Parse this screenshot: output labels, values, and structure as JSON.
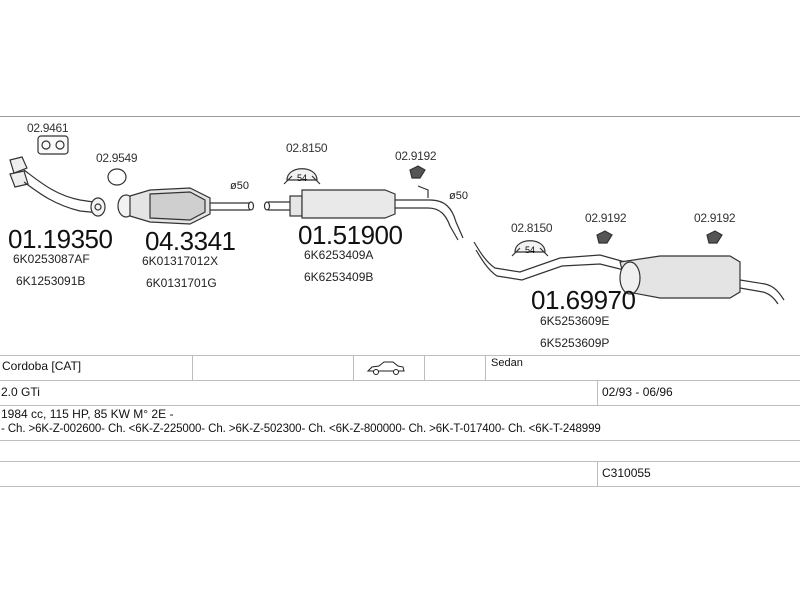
{
  "diagram": {
    "parts": [
      {
        "number": "01.19350",
        "codes": [
          "6K0253087AF",
          "6K1253091B"
        ],
        "fittings": [
          "02.9461"
        ]
      },
      {
        "number": "04.3341",
        "codes": [
          "6K01317012X",
          "6K0131701G"
        ],
        "fittings": [
          "02.9549"
        ],
        "diameter": "ø50"
      },
      {
        "number": "01.51900",
        "codes": [
          "6K6253409A",
          "6K6253409B"
        ],
        "fittings": [
          "02.8150",
          "02.9192"
        ],
        "diameter": "ø50"
      },
      {
        "number": "01.69970",
        "codes": [
          "6K5253609E",
          "6K5253609P"
        ],
        "fittings": [
          "02.8150",
          "02.9192",
          "02.9192"
        ]
      }
    ],
    "clamp_marking": "54"
  },
  "info_table": {
    "model": "Cordoba  [CAT]",
    "body_type": "Sedan",
    "body_icon": "car-sedan-icon",
    "engine": "2.0 GTi",
    "date_range": "02/93 - 06/96",
    "engine_spec": "1984 cc, 115 HP, 85 KW M° 2E -",
    "chassis_range": "- Ch. >6K-Z-002600- Ch. <6K-Z-225000- Ch. >6K-Z-502300- Ch. <6K-Z-800000- Ch. >6K-T-017400- Ch. <6K-T-248999",
    "code": "C310055"
  }
}
